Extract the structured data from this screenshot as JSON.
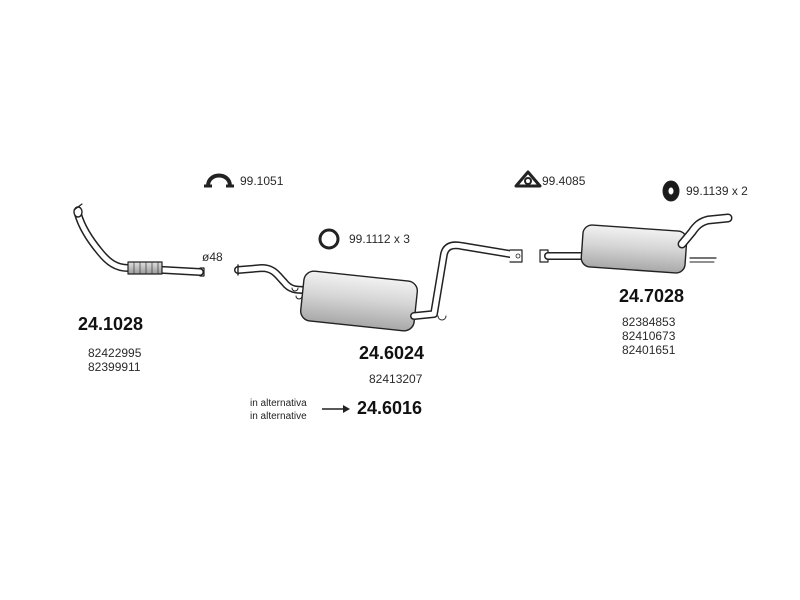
{
  "parts": {
    "front_pipe": {
      "number": "24.1028",
      "oem": [
        "82422995",
        "82399911"
      ],
      "diameter": "ø48"
    },
    "middle_silencer": {
      "number": "24.6024",
      "oem": "82413207"
    },
    "rear_silencer": {
      "number": "24.7028",
      "oem": [
        "82384853",
        "82410673",
        "82401651"
      ]
    }
  },
  "accessories": {
    "clamp": "99.1051",
    "ring": "99.1112  x 3",
    "gasket": "99.4085",
    "hanger": "99.1139  x 2"
  },
  "alternative": {
    "label_it": "in alternativa",
    "label_en": "in alternative",
    "number": "24.6016"
  }
}
